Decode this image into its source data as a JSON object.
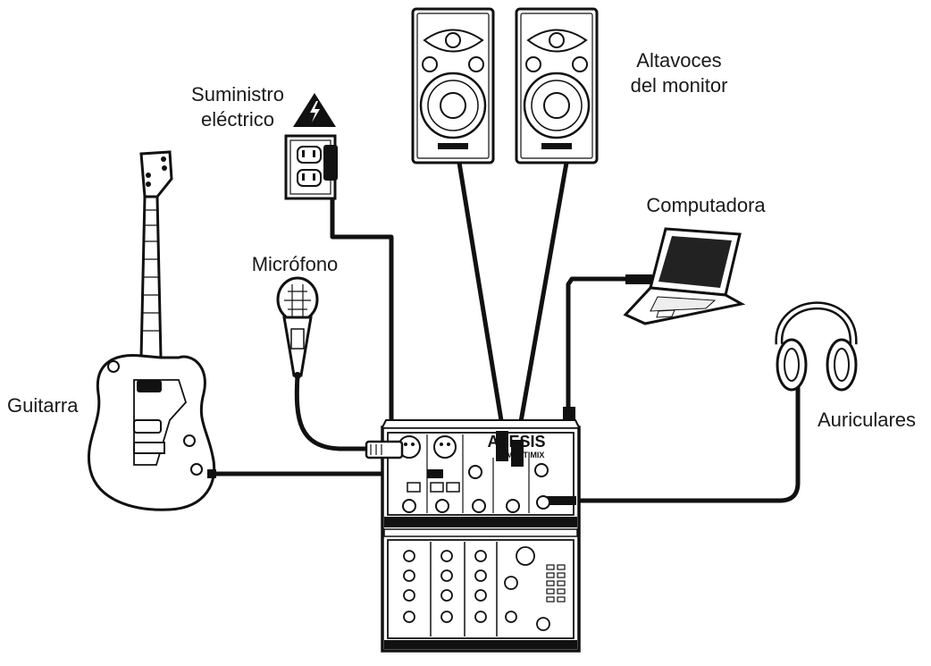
{
  "labels": {
    "guitar": "Guitarra",
    "microphone": "Micrófono",
    "power_line1": "Suministro",
    "power_line2": "eléctrico",
    "speakers_line1": "Altavoces",
    "speakers_line2": "del monitor",
    "computer": "Computadora",
    "headphones": "Auriculares"
  },
  "mixer": {
    "brand": "ALESIS",
    "model": "MULTIMIX"
  },
  "colors": {
    "line": "#111111",
    "fill": "#ffffff",
    "dark": "#1a1a1a"
  }
}
